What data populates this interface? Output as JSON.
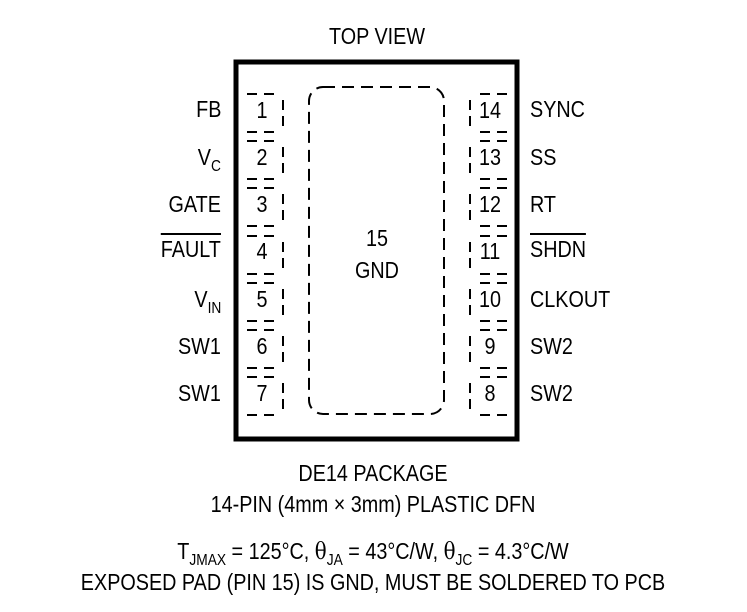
{
  "header": {
    "title": "TOP VIEW"
  },
  "pad": {
    "number": "15",
    "label": "GND"
  },
  "left_pins": [
    {
      "num": "1",
      "name": "FB"
    },
    {
      "num": "2",
      "name_main": "V",
      "name_sub": "C"
    },
    {
      "num": "3",
      "name": "GATE"
    },
    {
      "num": "4",
      "name": "FAULT",
      "overbar": true
    },
    {
      "num": "5",
      "name_main": "V",
      "name_sub": "IN"
    },
    {
      "num": "6",
      "name": "SW1"
    },
    {
      "num": "7",
      "name": "SW1"
    }
  ],
  "right_pins": [
    {
      "num": "14",
      "name": "SYNC"
    },
    {
      "num": "13",
      "name": "SS"
    },
    {
      "num": "12",
      "name": "RT"
    },
    {
      "num": "11",
      "name": "SHDN",
      "overbar": true
    },
    {
      "num": "10",
      "name": "CLKOUT"
    },
    {
      "num": "9",
      "name": "SW2"
    },
    {
      "num": "8",
      "name": "SW2"
    }
  ],
  "footer": {
    "package": "DE14 PACKAGE",
    "description": "14-PIN (4mm × 3mm) PLASTIC DFN",
    "thermal": {
      "t_sym": "T",
      "t_sub": "JMAX",
      "t_val": " = 125°C, ",
      "ja_sym": "θ",
      "ja_sub": "JA",
      "ja_val": " = 43°C/W, ",
      "jc_sym": "θ",
      "jc_sub": "JC",
      "jc_val": " = 4.3°C/W"
    },
    "note": "EXPOSED PAD (PIN 15) IS GND, MUST BE SOLDERED TO PCB"
  }
}
